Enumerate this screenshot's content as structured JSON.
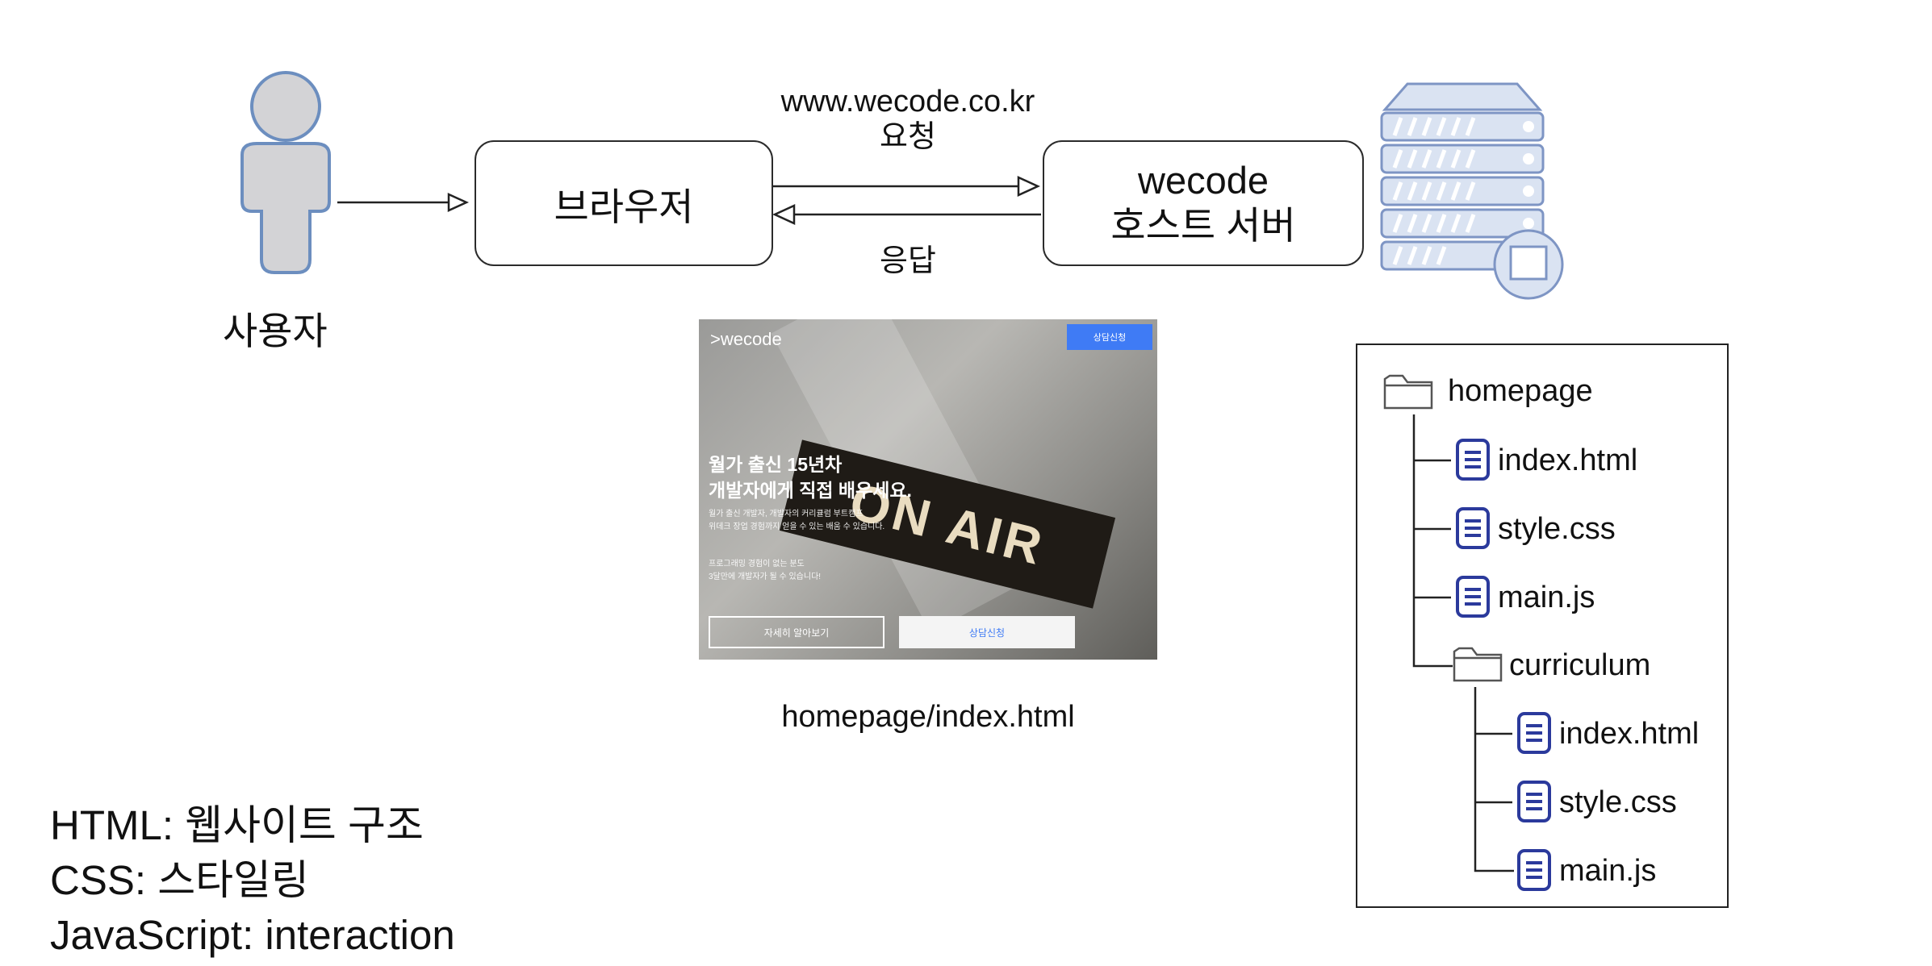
{
  "user": {
    "label": "사용자"
  },
  "browser": {
    "label": "브라우저"
  },
  "server": {
    "line1": "wecode",
    "line2": "호스트 서버"
  },
  "request": {
    "line1": "www.wecode.co.kr",
    "line2": "요청"
  },
  "response": {
    "label": "응답"
  },
  "thumbnail": {
    "logo": ">wecode",
    "top_button": "상담신청",
    "headline1": "월가 출신 15년차",
    "headline2": "개발자에게 직접 배우세요.",
    "body1": "월가 출신 개발자, 개발자의 커리큘럼 부트캠프",
    "body2": "위데크 장업 경험까지 얻을 수 있는 배움 수 있습니다.",
    "body3": "프로그래밍 경험이 없는 분도",
    "body4": "3달만에 개발자가 될 수 있습니다!",
    "sign": "ON AIR",
    "button_more": "자세히 알아보기",
    "button_apply": "상담신청",
    "caption": "homepage/index.html"
  },
  "tree": {
    "root": "homepage",
    "files": [
      "index.html",
      "style.css",
      "main.js"
    ],
    "subfolder": "curriculum",
    "subfiles": [
      "index.html",
      "style.css",
      "main.js"
    ]
  },
  "legend": {
    "line1": "HTML: 웹사이트 구조",
    "line2": "CSS: 스타일링",
    "line3": "JavaScript: interaction"
  },
  "colors": {
    "person_fill": "#d3d3d6",
    "person_stroke": "#6c8ebf",
    "server_fill": "#dae3f2",
    "server_stroke": "#7e95c4",
    "file_icon": "#2b3a9c"
  }
}
